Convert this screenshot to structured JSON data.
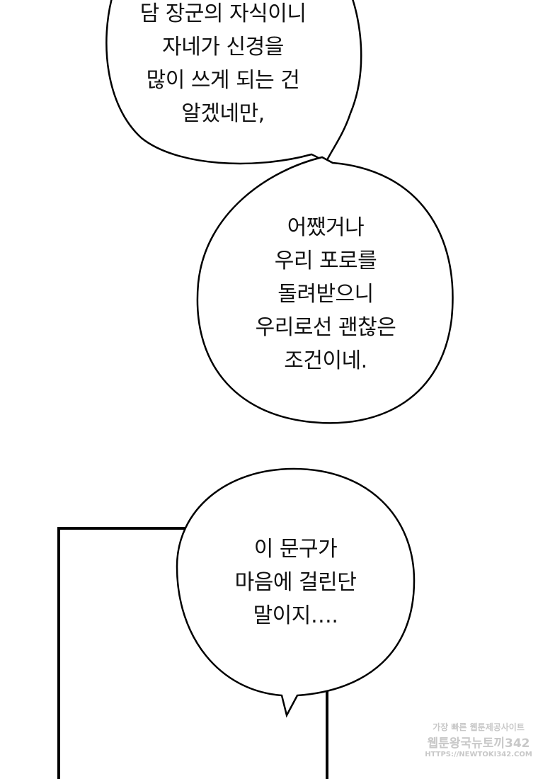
{
  "bubbles": [
    {
      "lines": [
        "담 장군의 자식이니",
        "자네가 신경을",
        "많이 쓰게 되는 건",
        "알겠네만,"
      ]
    },
    {
      "lines": [
        "어쨌거나",
        "우리 포로를",
        "돌려받으니",
        "우리로선 괜찮은",
        "조건이네."
      ]
    },
    {
      "lines": [
        "이 문구가",
        "마음에 걸린단",
        "말이지…."
      ]
    }
  ],
  "watermark": {
    "line1": "가장 빠른 웹툰제공사이트",
    "line2": "웹툰왕국뉴토끼342",
    "line3": "HTTPS://NEWTOKI342.COM"
  }
}
